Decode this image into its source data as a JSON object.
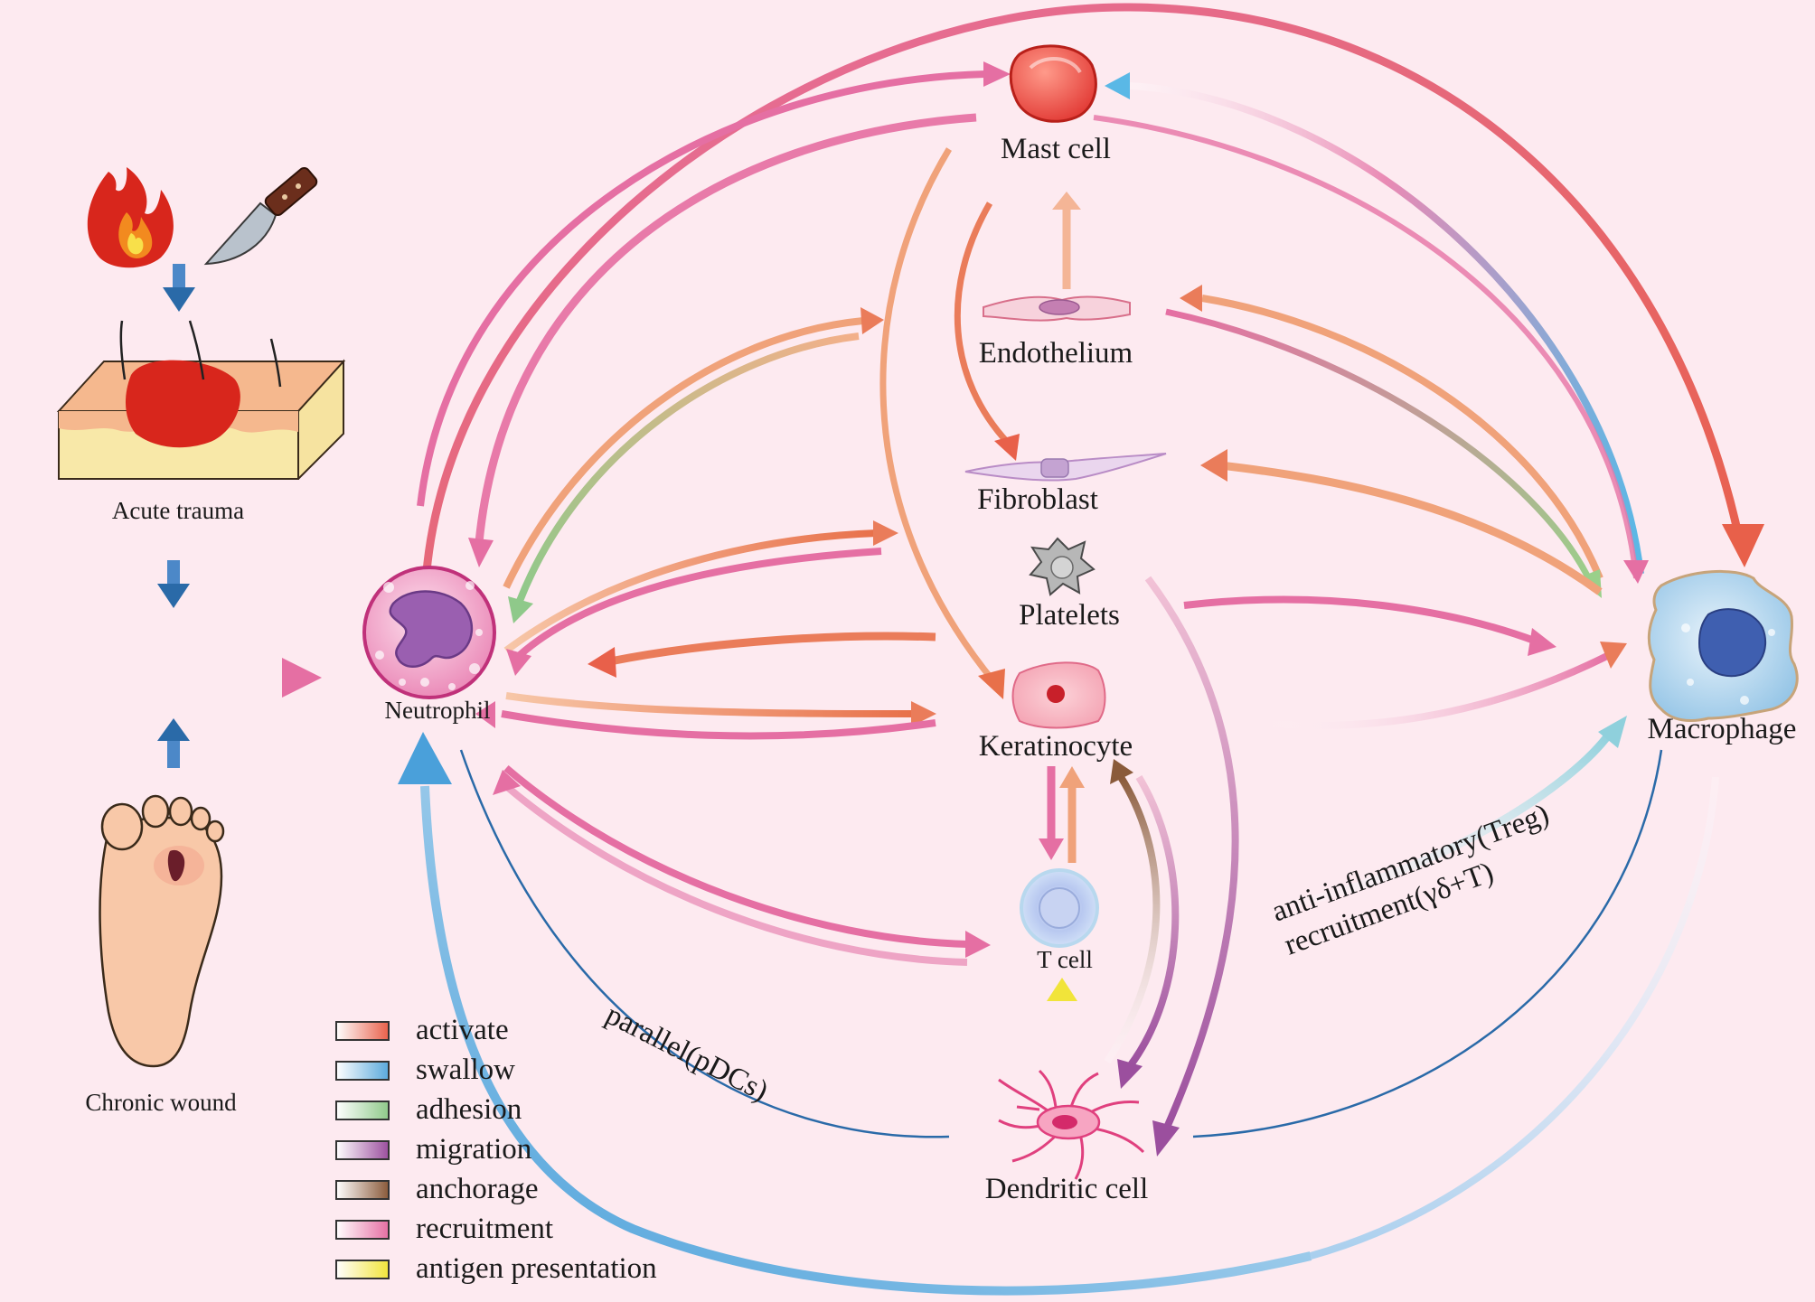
{
  "cells": {
    "mast": "Mast cell",
    "endothelium": "Endothelium",
    "fibroblast": "Fibroblast",
    "platelets": "Platelets",
    "keratinocyte": "Keratinocyte",
    "tcell": "T cell",
    "dendritic": "Dendritic cell",
    "neutrophil": "Neutrophil",
    "macrophage": "Macrophage"
  },
  "wounds": {
    "acute": "Acute trauma",
    "chronic": "Chronic wound"
  },
  "annotations": {
    "pdc": "parallel(pDCs)",
    "treg_line1": "anti-inflammatory(Treg)",
    "treg_line2": "recruitment(γδ+T)"
  },
  "legend": [
    {
      "label": "activate",
      "color": "#e8604a"
    },
    {
      "label": "swallow",
      "color": "#5aa9dc"
    },
    {
      "label": "adhesion",
      "color": "#8fc98a"
    },
    {
      "label": "migration",
      "color": "#9b4f9e"
    },
    {
      "label": "anchorage",
      "color": "#8a5a3a"
    },
    {
      "label": "recruitment",
      "color": "#e56fa3"
    },
    {
      "label": "antigen presentation",
      "color": "#f1e43a"
    }
  ],
  "colors": {
    "background": "#fdeaf0",
    "activate": "#e8604a",
    "swallow": "#5aa9dc",
    "adhesion": "#8fc98a",
    "migration": "#9b4f9e",
    "anchorage": "#8a5a3a",
    "recruitment": "#e56fa3",
    "antigen": "#f1e43a",
    "orange": "#f09060",
    "blueline": "#2a6aa8"
  }
}
